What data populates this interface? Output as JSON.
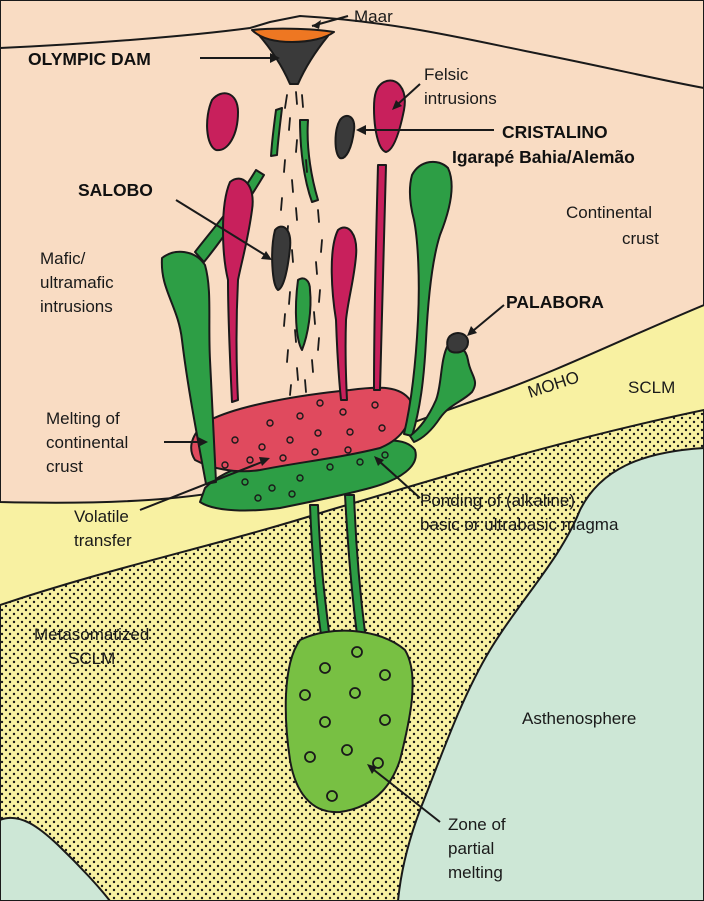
{
  "colors": {
    "continental_crust": "#f9dcc3",
    "sclm": "#f8f1a2",
    "metasomatized_sclm": "#f8f1a2",
    "asthenosphere": "#cde7d6",
    "mafic_green": "#2d9e45",
    "partial_melt_green": "#78c043",
    "felsic_magenta": "#c8205c",
    "melt_red": "#e04a5e",
    "ore_dark": "#3a3a3a",
    "maar_orange": "#ee7722"
  },
  "labels": {
    "maar": "Maar",
    "olympic_dam": "OLYMPIC DAM",
    "felsic_line1": "Felsic",
    "felsic_line2": "intrusions",
    "cristalino": "CRISTALINO",
    "igarape": "Igarapé Bahia/Alemão",
    "salobo": "SALOBO",
    "continental_line1": "Continental",
    "continental_line2": "crust",
    "mafic_line1": "Mafic/",
    "mafic_line2": "ultramafic",
    "mafic_line3": "intrusions",
    "palabora": "PALABORA",
    "moho": "MOHO",
    "sclm": "SCLM",
    "melting_line1": "Melting of",
    "melting_line2": "continental",
    "melting_line3": "crust",
    "ponding_line1": "Ponding of (alkaline)",
    "ponding_line2": "basic or ultrabasic magma",
    "volatile_line1": "Volatile",
    "volatile_line2": "transfer",
    "metasom_line1": "Metasomatized",
    "metasom_line2": "SCLM",
    "asthenosphere": "Asthenosphere",
    "zone_line1": "Zone of",
    "zone_line2": "partial",
    "zone_line3": "melting"
  }
}
